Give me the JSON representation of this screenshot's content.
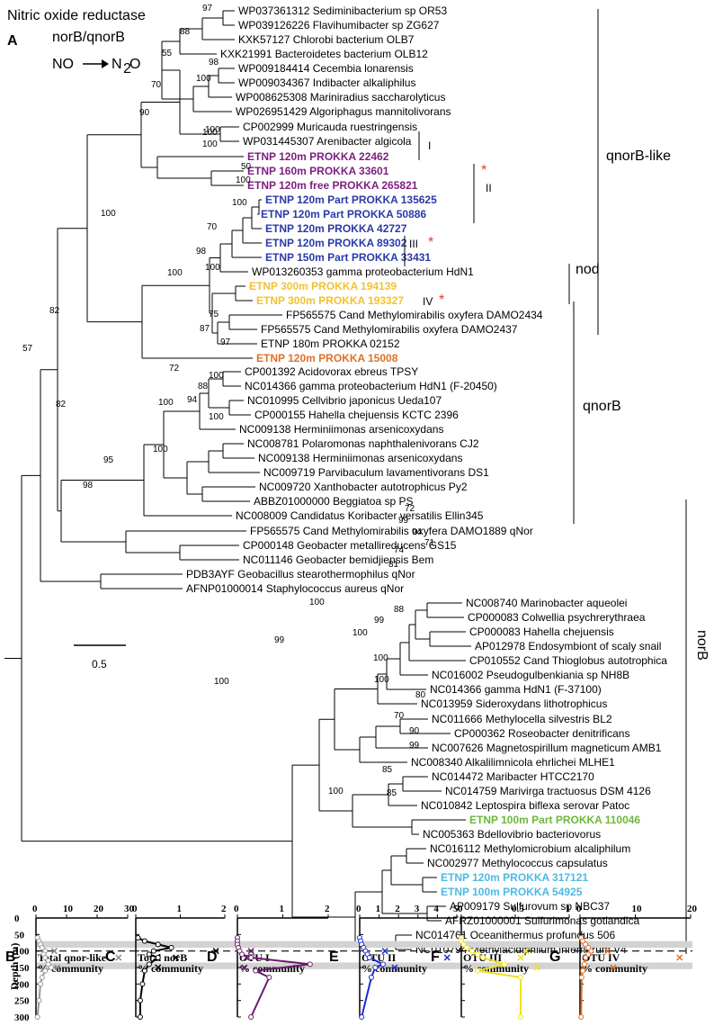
{
  "header": {
    "line1": "Nitric oxide reductase",
    "line2": "norB/qnorB",
    "no_label": "NO",
    "n2o_main": "N",
    "n2o_sub": "2",
    "n2o_end": "O",
    "panel_A": "A"
  },
  "scale_bar": {
    "value": "0.5"
  },
  "clades": {
    "qnorB_like": "qnorB-like",
    "qnorB": "qnorB",
    "norB": "norB",
    "nod": "nod",
    "I": "I",
    "II": "II",
    "III": "III",
    "IV": "IV",
    "star": "*"
  },
  "colors": {
    "purple": "#7b1f7f",
    "blue": "#2a3aa8",
    "yellow": "#f2c230",
    "orange": "#e0702a",
    "green": "#6cb83a",
    "cyan": "#4fb9e2",
    "star": "#e23b2e",
    "gray_band": "#d3d3d3"
  },
  "tree": {
    "leaves": [
      "WP037361312 Sediminibacterium sp OR53",
      "WP039126226 Flavihumibacter sp ZG627",
      "KXK57127 Chlorobi bacterium OLB7",
      "KXK21991 Bacteroidetes bacterium OLB12",
      "WP009184414 Cecembia lonarensis",
      "WP009034367 Indibacter alkaliphilus",
      "WP008625308 Mariniradius saccharolyticus",
      "WP026951429 Algoriphagus mannitolivorans",
      "CP002999 Muricauda ruestringensis",
      "WP031445307 Arenibacter algicola",
      "ETNP 120m PROKKA 22462",
      "ETNP 160m PROKKA 33601",
      "ETNP 120m free PROKKA 265821",
      "ETNP 120m Part PROKKA 135625",
      "ETNP 120m Part PROKKA 50886",
      "ETNP 120m PROKKA 42727",
      "ETNP 120m PROKKA 89302",
      "ETNP 150m Part PROKKA 33431",
      "WP013260353 gamma proteobacterium HdN1",
      "ETNP 300m PROKKA 194139",
      "ETNP 300m PROKKA 193327",
      "FP565575 Cand Methylomirabilis oxyfera DAMO2434",
      "FP565575 Cand Methylomirabilis oxyfera DAMO2437",
      "ETNP 180m PROKKA 02152",
      "ETNP 120m PROKKA 15008",
      "CP001392 Acidovorax ebreus TPSY",
      "NC014366 gamma proteobacterium HdN1 (F-20450)",
      "NC010995 Cellvibrio japonicus Ueda107",
      "CP000155 Hahella chejuensis KCTC 2396",
      "NC009138 Herminiimonas arsenicoxydans",
      "NC008781 Polaromonas naphthalenivorans CJ2",
      "NC009138 Herminiimonas arsenicoxydans",
      "NC009719 Parvibaculum lavamentivorans DS1",
      "NC009720 Xanthobacter autotrophicus Py2",
      "ABBZ01000000 Beggiatoa sp PS",
      "NC008009 Candidatus Koribacter versatilis Ellin345",
      "FP565575 Cand Methylomirabilis oxyfera DAMO1889 qNor",
      "CP000148 Geobacter metallireducens GS15",
      "NC011146 Geobacter bemidjiensis Bem",
      "PDB3AYF Geobacillus stearothermophilus qNor",
      "AFNP01000014 Staphylococcus aureus qNor",
      "NC008740 Marinobacter aqueolei",
      "CP000083 Colwellia psychrerythraea",
      "CP000083 Hahella chejuensis",
      "AP012978 Endosymbiont of scaly snail",
      "CP010552 Cand Thioglobus autotrophica",
      "NC016002 Pseudogulbenkiania sp NH8B",
      "NC014366 gamma HdN1 (F-37100)",
      "NC013959 Sideroxydans lithotrophicus",
      "NC011666 Methylocella silvestris BL2",
      "CP000362 Roseobacter denitrificans",
      "NC007626 Magnetospirillum magneticum AMB1",
      "NC008340 Alkalilimnicola ehrlichei MLHE1",
      "NC014472 Maribacter HTCC2170",
      "NC014759 Marivirga tractuosus DSM 4126",
      "NC010842 Leptospira biflexa serovar Patoc",
      "ETNP 100m Part PROKKA 110046",
      "NC005363 Bdellovibrio bacteriovorus",
      "NC016112 Methylomicrobium alcaliphilum",
      "NC002977 Methylococcus capsulatus",
      "ETNP 120m PROKKA 317121",
      "ETNP 100m PROKKA 54925",
      "AP009179 Sulfurovum sp NBC37",
      "AFRZ01000001 Sulfurimonas gotlandica",
      "NC014761 Oceanithermus profundus 506",
      "NC010794 Methylacidiphilum infernorum V4"
    ],
    "bootstraps": [
      "97",
      "88",
      "55",
      "98",
      "100",
      "70",
      "100",
      "90",
      "100",
      "100",
      "50",
      "100",
      "100",
      "70",
      "98",
      "100",
      "100",
      "100",
      "82",
      "75",
      "87",
      "97",
      "72",
      "100",
      "88",
      "94",
      "100",
      "100",
      "82",
      "100",
      "95",
      "98",
      "57",
      "72",
      "99",
      "94",
      "71",
      "74",
      "81",
      "100",
      "88",
      "99",
      "100",
      "100",
      "99",
      "100",
      "80",
      "70",
      "90",
      "99",
      "85",
      "100",
      "85",
      "100"
    ]
  },
  "depth_panels": {
    "y_axis_label": "Depth (m)",
    "y_ticks": [
      "0",
      "50",
      "100",
      "150",
      "200",
      "250",
      "300"
    ],
    "panels": [
      {
        "letter": "B",
        "title": "Total qnor-like",
        "unit": "% community",
        "ticks": [
          "0",
          "10",
          "20",
          "30"
        ]
      },
      {
        "letter": "C",
        "title": "Total norB",
        "unit": "% community",
        "ticks": [
          "0",
          "1",
          "2"
        ]
      },
      {
        "letter": "D",
        "title": "OTU I",
        "unit": "% community",
        "ticks": [
          "0",
          "1",
          "2"
        ]
      },
      {
        "letter": "E",
        "title": "OTU II",
        "unit": "% community",
        "ticks": [
          "0",
          "1",
          "2",
          "3",
          "4",
          "5"
        ]
      },
      {
        "letter": "F",
        "title": "OTU III",
        "unit": "% community",
        "ticks": [
          "0",
          "0.5",
          "1"
        ]
      },
      {
        "letter": "G",
        "title": "OTU IV",
        "unit": "% community",
        "ticks": [
          "0",
          "10",
          "20"
        ]
      }
    ]
  },
  "chart_data": [
    {
      "type": "line",
      "title": "Total qnor-like",
      "xlabel": "% community",
      "ylabel": "Depth (m)",
      "xlim": [
        0,
        30
      ],
      "ylim": [
        300,
        0
      ],
      "color": "#999999",
      "series": [
        {
          "depth": [
            60,
            70,
            80,
            90,
            100,
            110,
            120,
            130,
            140,
            150,
            160,
            180,
            200,
            250,
            300
          ],
          "values": [
            0.5,
            1,
            1.5,
            2,
            3,
            2.5,
            3,
            4,
            4,
            5,
            3,
            2,
            1.5,
            1,
            0.5
          ]
        }
      ],
      "markers": [
        {
          "depth": 100,
          "value": 6
        },
        {
          "depth": 120,
          "value": 27
        },
        {
          "depth": 150,
          "value": 7
        }
      ]
    },
    {
      "type": "line",
      "title": "Total norB",
      "xlabel": "% community",
      "ylabel": "Depth (m)",
      "xlim": [
        0,
        2
      ],
      "ylim": [
        300,
        0
      ],
      "color": "#000000",
      "series": [
        {
          "depth": [
            60,
            70,
            80,
            90,
            100,
            110,
            120,
            140,
            160,
            200,
            250,
            300
          ],
          "values": [
            0.05,
            0.2,
            0.5,
            0.8,
            0.4,
            0.3,
            0.5,
            0.3,
            0.2,
            0.15,
            0.1,
            0.1
          ]
        }
      ],
      "markers": [
        {
          "depth": 100,
          "value": 1.8
        },
        {
          "depth": 120,
          "value": 0.9
        },
        {
          "depth": 150,
          "value": 0.5
        }
      ]
    },
    {
      "type": "line",
      "title": "OTU I",
      "xlabel": "% community",
      "ylabel": "Depth (m)",
      "xlim": [
        0,
        2
      ],
      "ylim": [
        300,
        0
      ],
      "color": "#6b1a6b",
      "series": [
        {
          "depth": [
            60,
            70,
            80,
            90,
            100,
            110,
            120,
            140,
            160,
            180,
            300
          ],
          "values": [
            0,
            0,
            0,
            0.02,
            0.05,
            0.1,
            0.3,
            1.6,
            0.4,
            0.7,
            0.3
          ]
        }
      ],
      "markers": [
        {
          "depth": 100,
          "value": 0.3
        },
        {
          "depth": 120,
          "value": 0.2
        },
        {
          "depth": 150,
          "value": 0.15
        }
      ]
    },
    {
      "type": "line",
      "title": "OTU II",
      "xlabel": "% community",
      "ylabel": "Depth (m)",
      "xlim": [
        0,
        5
      ],
      "ylim": [
        300,
        0
      ],
      "color": "#1a2ad0",
      "series": [
        {
          "depth": [
            60,
            70,
            80,
            90,
            100,
            110,
            120,
            140,
            150,
            180,
            300
          ],
          "values": [
            0,
            0.05,
            0.1,
            0.2,
            0.3,
            0.4,
            0.5,
            1.2,
            0.8,
            0.6,
            0.1
          ]
        }
      ],
      "markers": [
        {
          "depth": 100,
          "value": 1.3
        },
        {
          "depth": 120,
          "value": 4.5
        },
        {
          "depth": 150,
          "value": 1.8
        }
      ]
    },
    {
      "type": "line",
      "title": "OTU III",
      "xlabel": "% community",
      "ylabel": "Depth (m)",
      "xlim": [
        0,
        1
      ],
      "ylim": [
        300,
        0
      ],
      "color": "#f0e020",
      "series": [
        {
          "depth": [
            60,
            70,
            80,
            90,
            100,
            110,
            120,
            140,
            160,
            180,
            300
          ],
          "values": [
            0,
            0,
            0.02,
            0.05,
            0.1,
            0.15,
            0.2,
            0.4,
            0.15,
            0.55,
            0.55
          ]
        }
      ],
      "markers": [
        {
          "depth": 100,
          "value": 0.6
        },
        {
          "depth": 120,
          "value": 0.55
        },
        {
          "depth": 150,
          "value": 0.7
        }
      ]
    },
    {
      "type": "line",
      "title": "OTU IV",
      "xlabel": "% community",
      "ylabel": "Depth (m)",
      "xlim": [
        0,
        20
      ],
      "ylim": [
        300,
        0
      ],
      "color": "#e0702a",
      "series": [
        {
          "depth": [
            60,
            70,
            80,
            90,
            100,
            110,
            120,
            140,
            160,
            180,
            300
          ],
          "values": [
            0.2,
            0.5,
            1,
            1.5,
            2,
            1.5,
            1,
            0.8,
            0.5,
            0.3,
            0.2
          ]
        }
      ],
      "markers": [
        {
          "depth": 100,
          "value": 5
        },
        {
          "depth": 120,
          "value": 18
        },
        {
          "depth": 150,
          "value": 6
        }
      ]
    }
  ]
}
